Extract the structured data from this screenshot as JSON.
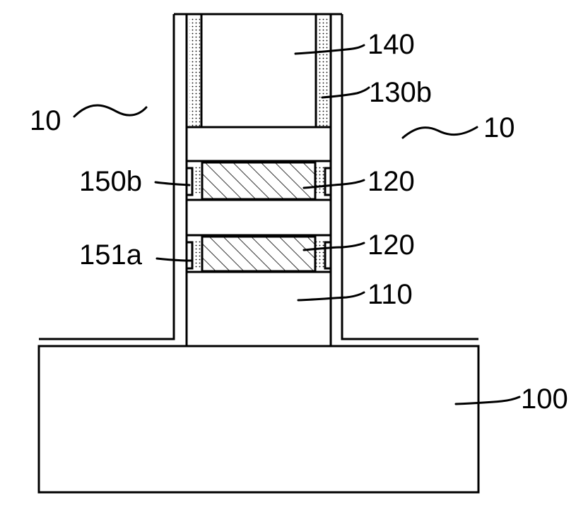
{
  "diagram": {
    "labels": {
      "region_left": "10",
      "region_right": "10",
      "cap": "140",
      "liner": "130b",
      "side_upper": "150b",
      "side_lower": "151a",
      "channel_upper": "120",
      "channel_lower": "120",
      "fin": "110",
      "substrate": "100"
    },
    "colors": {
      "stroke": "#000000",
      "background": "#ffffff"
    }
  }
}
